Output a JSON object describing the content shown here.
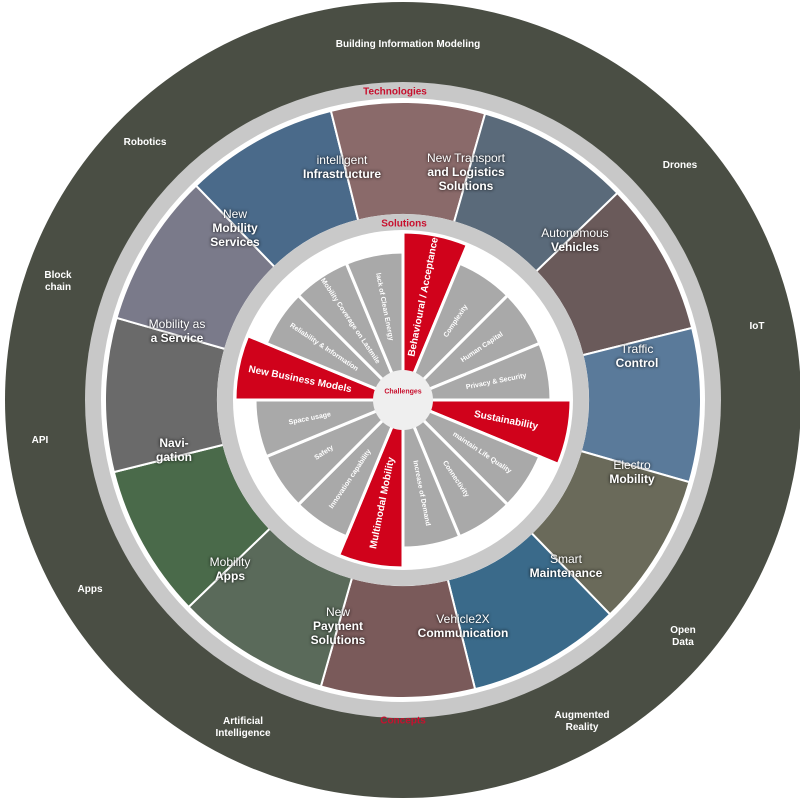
{
  "outer_labels": [
    "Building Information Modeling",
    "Robotics",
    "Drones",
    "Block chain",
    "IoT",
    "API",
    "Apps",
    "Open Data",
    "Artificial Intelligence",
    "Augmented Reality"
  ],
  "rings": {
    "technologies": "Technologies",
    "solutions": "Solutions",
    "concepts": "Concepts",
    "challenges": "Challenges"
  },
  "solutions": [
    {
      "a": "intelligent",
      "b": "Infrastructure",
      "color": "#4a6a8a"
    },
    {
      "a": "New Transport",
      "b": "and Logistics Solutions",
      "color": "#8a6a6a"
    },
    {
      "a": "Autonomous",
      "b": "Vehicles",
      "color": "#5a6a7a"
    },
    {
      "a": "Traffic",
      "b": "Control",
      "color": "#6a5a5a"
    },
    {
      "a": "Electro",
      "b": "Mobility",
      "color": "#5a7a9a"
    },
    {
      "a": "Smart",
      "b": "Maintenance",
      "color": "#6a6a5a"
    },
    {
      "a": "Vehicle2X",
      "b": "Communication",
      "color": "#3a6a8a"
    },
    {
      "a": "New",
      "b": "Payment Solutions",
      "color": "#7a5a5a"
    },
    {
      "a": "Mobility",
      "b": "Apps",
      "color": "#5a6a5a"
    },
    {
      "a": "Navi-",
      "b": "gation",
      "color": "#4a6a4a"
    },
    {
      "a": "Mobility as",
      "b": "a Service",
      "color": "#6a6a6a"
    },
    {
      "a": "New",
      "b": "Mobility Services",
      "color": "#7a7a8a"
    }
  ],
  "challenges": [
    {
      "label": "Behavioural / Acceptance",
      "red": true
    },
    {
      "label": "Complexity",
      "red": false
    },
    {
      "label": "Human Capital",
      "red": false
    },
    {
      "label": "Privacy & Security",
      "red": false
    },
    {
      "label": "Sustainability",
      "red": true
    },
    {
      "label": "maintain Life Quality",
      "red": false
    },
    {
      "label": "Connectivity",
      "red": false
    },
    {
      "label": "Increase of Demand",
      "red": false
    },
    {
      "label": "Multimodal Mobility",
      "red": true
    },
    {
      "label": "Innovation capability",
      "red": false
    },
    {
      "label": "Safety",
      "red": false
    },
    {
      "label": "Space usage",
      "red": false
    },
    {
      "label": "New Business Models",
      "red": true
    },
    {
      "label": "Reliability & Information",
      "red": false
    },
    {
      "label": "Mobility Coverage on Lastmile",
      "red": false
    },
    {
      "label": "lack of Clean Energy",
      "red": false
    }
  ],
  "colors": {
    "red": "#d0021b",
    "gray": "#a9a9a9",
    "ring": "#c8c8c8",
    "outer": "#4a4e44"
  }
}
